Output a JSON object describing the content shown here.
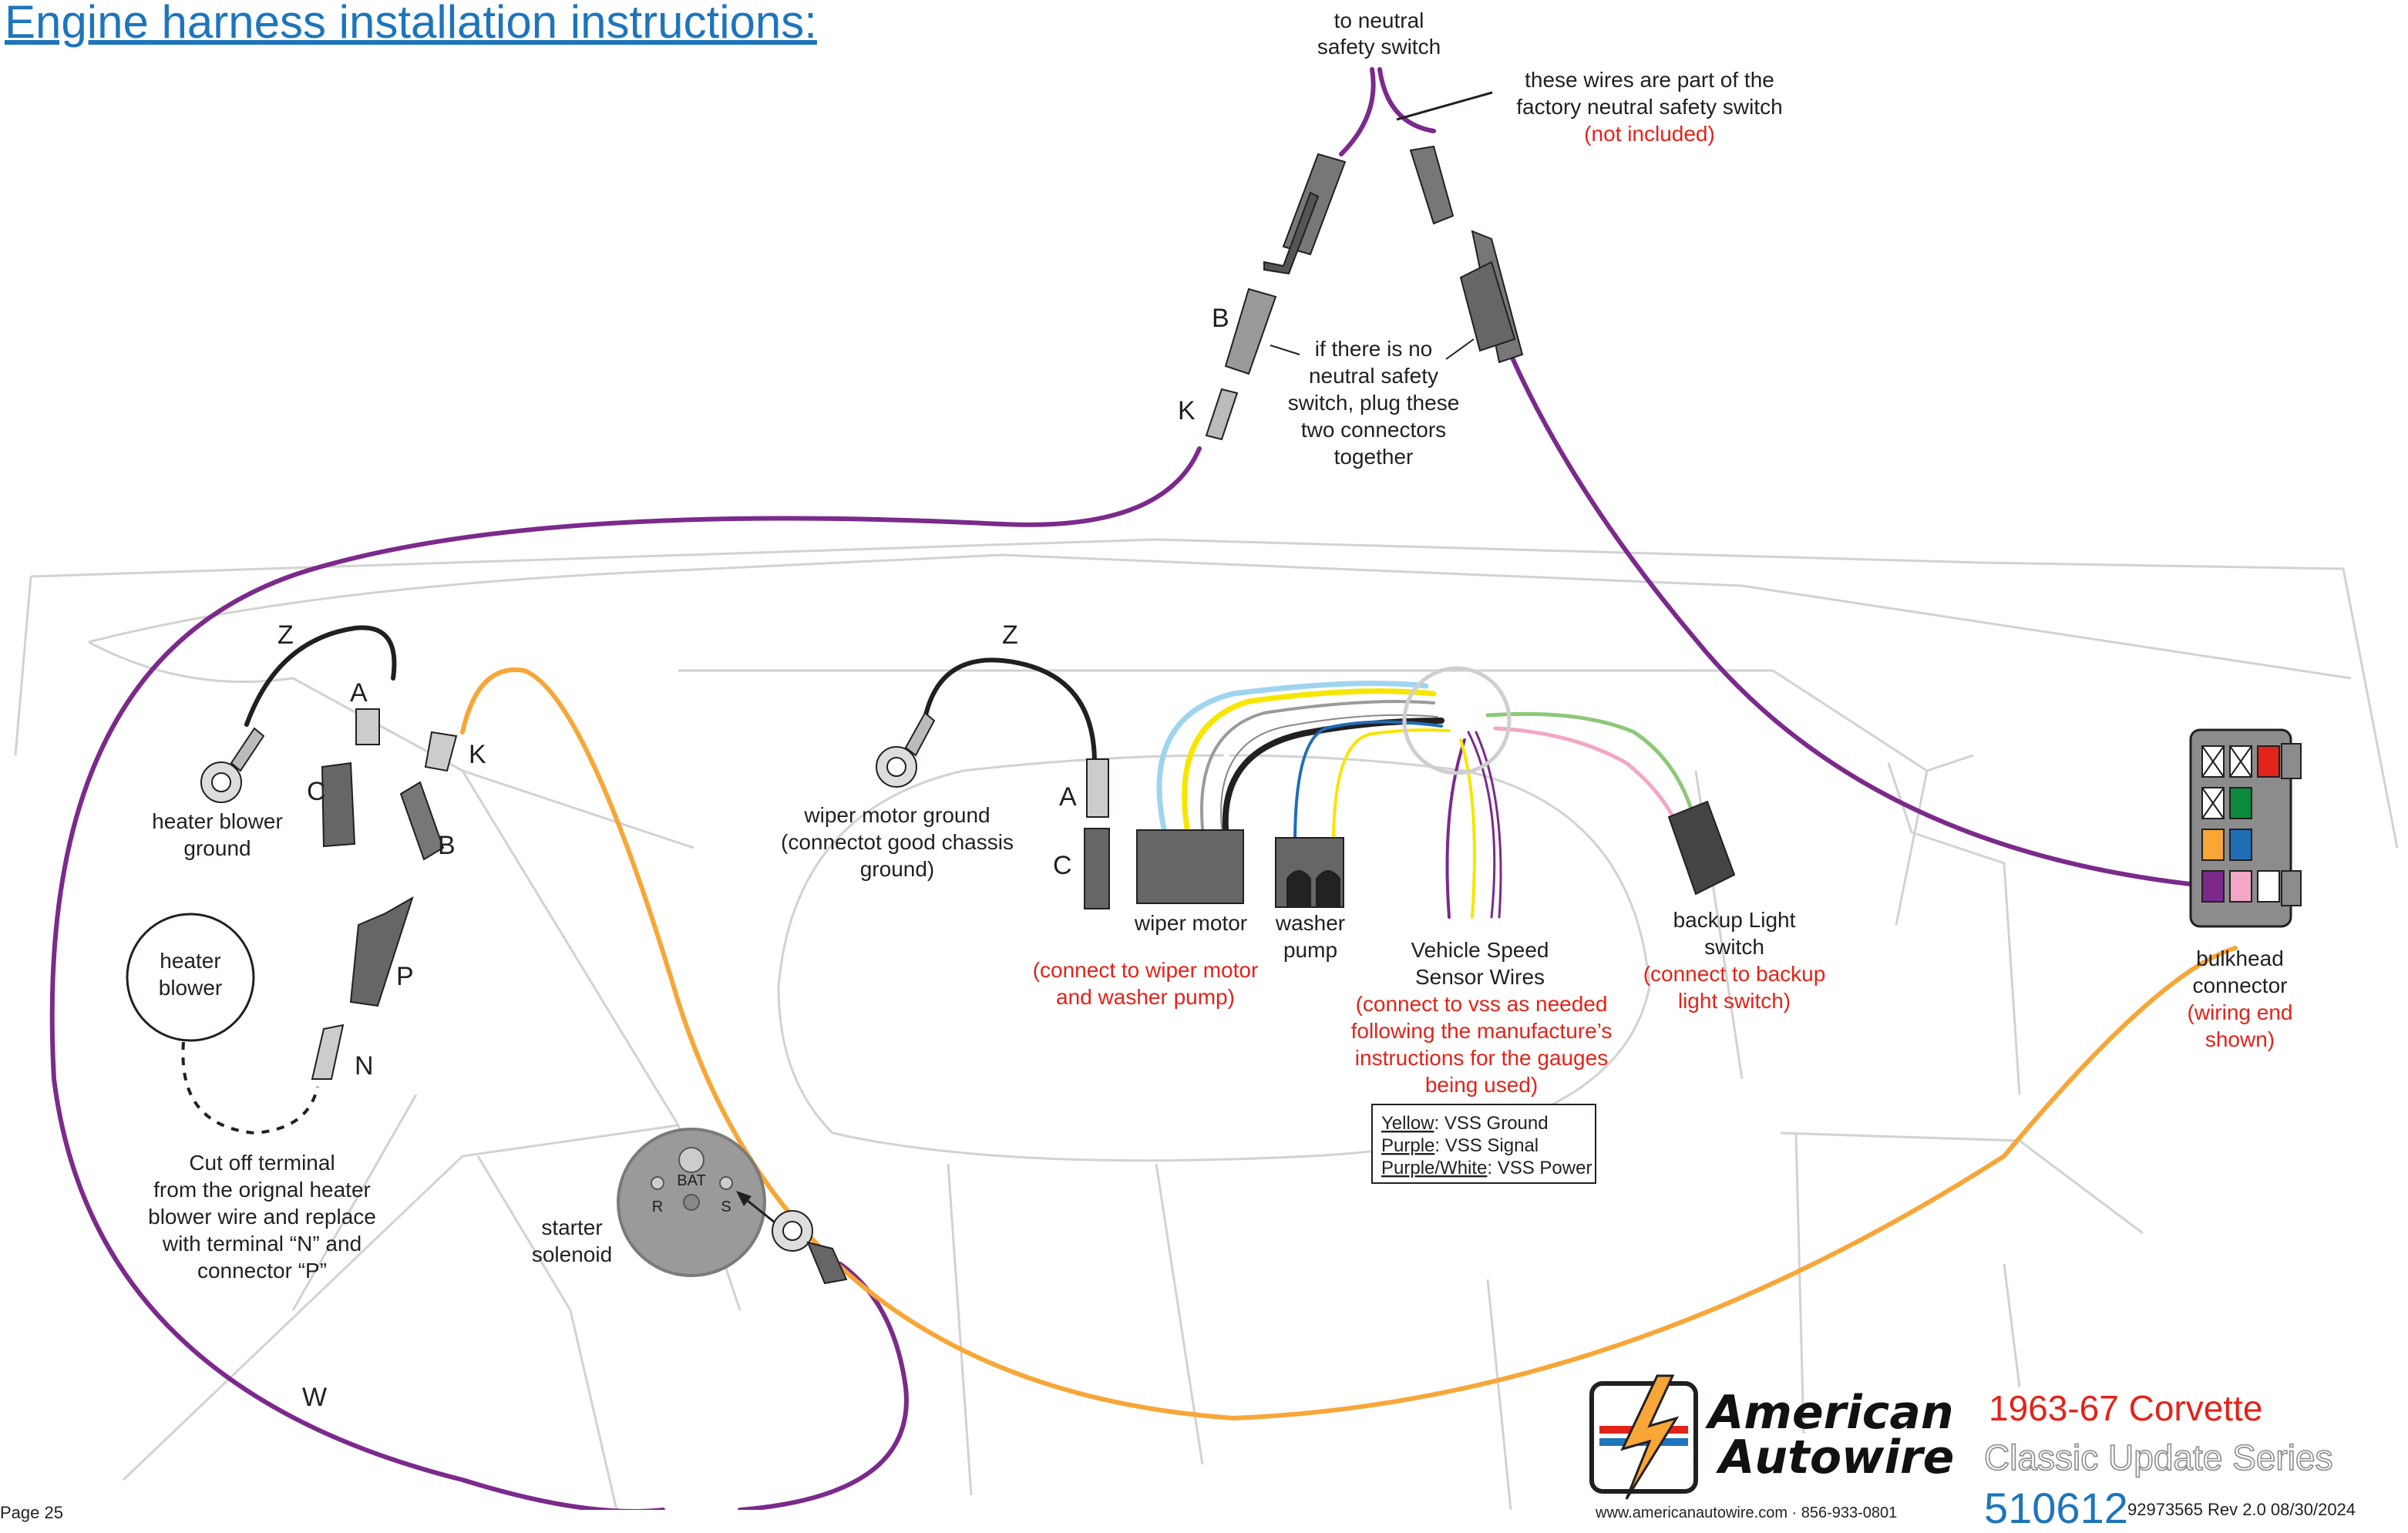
{
  "title": "Engine harness installation instructions:",
  "top": {
    "neutral_line1": "to neutral",
    "neutral_line2": "safety switch",
    "factory_line1": "these wires are part of the",
    "factory_line2": "factory neutral safety switch",
    "factory_note": "(not included)",
    "plug_lines": [
      "if there is no",
      "neutral safety",
      "switch, plug these",
      "two connectors",
      "together"
    ]
  },
  "letters": {
    "b_top": "B",
    "k_top": "K",
    "z_left": "Z",
    "a_left": "A",
    "c_left": "C",
    "k_left": "K",
    "b_left": "B",
    "p": "P",
    "n": "N",
    "w": "W",
    "z_mid": "Z",
    "a_mid": "A",
    "c_mid": "C"
  },
  "labels": {
    "heater_ground_line1": "heater blower",
    "heater_ground_line2": "ground",
    "heater_blower_line1": "heater",
    "heater_blower_line2": "blower",
    "cutoff_lines": [
      "Cut off terminal",
      "from the orignal heater",
      "blower wire and replace",
      "with terminal “N” and",
      "connector “P”"
    ],
    "starter_line1": "starter",
    "starter_line2": "solenoid",
    "solenoid_bat": "BAT",
    "solenoid_r": "R",
    "solenoid_s": "S",
    "wiper_ground_lines": [
      "wiper motor ground",
      "(connectot good chassis",
      "ground)"
    ],
    "wiper_motor": "wiper motor",
    "washer_line1": "washer",
    "washer_line2": "pump",
    "wiper_note_line1": "(connect to wiper motor",
    "wiper_note_line2": "and washer pump)",
    "vss_line1": "Vehicle Speed",
    "vss_line2": "Sensor Wires",
    "vss_note_lines": [
      "(connect to vss as needed",
      "following the manufacture’s",
      "instructions for the gauges",
      "being used)"
    ],
    "backup_line1": "backup Light",
    "backup_line2": "switch",
    "backup_note_line1": "(connect to backup",
    "backup_note_line2": "light switch)",
    "bulkhead_line1": "bulkhead",
    "bulkhead_line2": "connector",
    "bulkhead_note_line1": "(wiring end",
    "bulkhead_note_line2": "shown)"
  },
  "legend": {
    "yellow_key": "Yellow",
    "yellow_val": ": VSS Ground",
    "purple_key": "Purple",
    "purple_val": ": VSS Signal",
    "pw_key": "Purple/White",
    "pw_val": ": VSS Power"
  },
  "brand": {
    "american": "American",
    "autowire": "Autowire",
    "model": "1963-67 Corvette",
    "series": "Classic Update Series",
    "partno": "510612",
    "partmeta": "92973565 Rev 2.0 08/30/2024",
    "website": "www.americanautowire.com · 856-933-0801",
    "page": "Page 25"
  },
  "colors": {
    "title_blue": "#1d75bc",
    "note_red": "#e2231a",
    "purple_wire": "#7b2a8c",
    "orange_wire": "#f7a637",
    "light_blue_wire": "#9fd4f0",
    "yellow_wire": "#f6e600",
    "green_wire": "#8dc878",
    "pink_wire": "#f2a7c6",
    "blue_wire": "#1f6db5",
    "outline_gray": "#cfcfcf",
    "part_gray": "#666666"
  }
}
